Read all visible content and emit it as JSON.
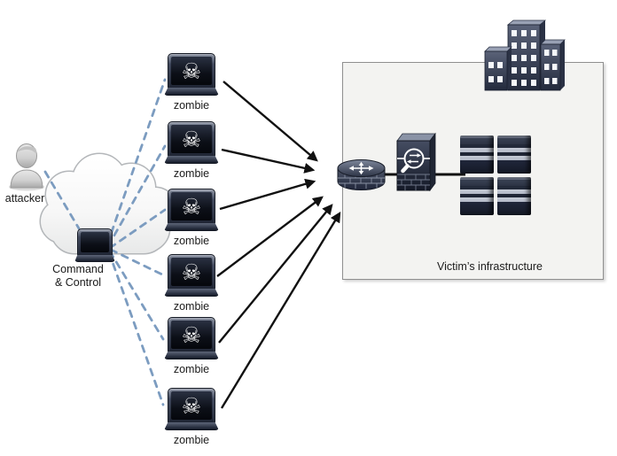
{
  "attacker": {
    "label": "attacker"
  },
  "command_control": {
    "line1": "Command",
    "line2": "& Control"
  },
  "zombies": [
    {
      "label": "zombie"
    },
    {
      "label": "zombie"
    },
    {
      "label": "zombie"
    },
    {
      "label": "zombie"
    },
    {
      "label": "zombie"
    },
    {
      "label": "zombie"
    }
  ],
  "victim_box": {
    "label": "Victim’s infrastructure"
  },
  "icons": {
    "skull_glyph": "☠",
    "attacker_icon": "person-bust",
    "cloud_icon": "cloud",
    "router_icon": "router-with-firewall",
    "firewall_icon": "firewall-inspection",
    "servers_icon": "server-racks",
    "building_icon": "office-building"
  },
  "colors": {
    "dashed_link": "#7c9cc0",
    "attack_arrow": "#111111",
    "device_dark": "#232a3a",
    "device_light": "#6a7284",
    "box_fill": "#f3f3f1",
    "box_border": "#8f8f8f"
  }
}
